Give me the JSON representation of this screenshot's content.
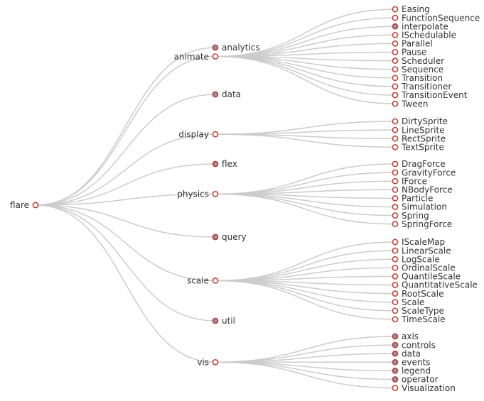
{
  "colors": {
    "link": "#cccccc",
    "node_stroke": "#c0392b",
    "leaf_fill": "#ffffff",
    "collapsed_fill": "#9a8fa6",
    "text": "#333333"
  },
  "tree": {
    "name": "flare",
    "children": [
      {
        "name": "analytics",
        "collapsed": true
      },
      {
        "name": "animate",
        "children": [
          {
            "name": "Easing"
          },
          {
            "name": "FunctionSequence"
          },
          {
            "name": "interpolate",
            "collapsed": true
          },
          {
            "name": "ISchedulable"
          },
          {
            "name": "Parallel"
          },
          {
            "name": "Pause"
          },
          {
            "name": "Scheduler"
          },
          {
            "name": "Sequence"
          },
          {
            "name": "Transition"
          },
          {
            "name": "Transitioner"
          },
          {
            "name": "TransitionEvent"
          },
          {
            "name": "Tween"
          }
        ]
      },
      {
        "name": "data",
        "collapsed": true
      },
      {
        "name": "display",
        "children": [
          {
            "name": "DirtySprite"
          },
          {
            "name": "LineSprite"
          },
          {
            "name": "RectSprite"
          },
          {
            "name": "TextSprite"
          }
        ]
      },
      {
        "name": "flex",
        "collapsed": true
      },
      {
        "name": "physics",
        "children": [
          {
            "name": "DragForce"
          },
          {
            "name": "GravityForce"
          },
          {
            "name": "IForce"
          },
          {
            "name": "NBodyForce"
          },
          {
            "name": "Particle"
          },
          {
            "name": "Simulation"
          },
          {
            "name": "Spring"
          },
          {
            "name": "SpringForce"
          }
        ]
      },
      {
        "name": "query",
        "collapsed": true
      },
      {
        "name": "scale",
        "children": [
          {
            "name": "IScaleMap"
          },
          {
            "name": "LinearScale"
          },
          {
            "name": "LogScale"
          },
          {
            "name": "OrdinalScale"
          },
          {
            "name": "QuantileScale"
          },
          {
            "name": "QuantitativeScale"
          },
          {
            "name": "RootScale"
          },
          {
            "name": "Scale"
          },
          {
            "name": "ScaleType"
          },
          {
            "name": "TimeScale"
          }
        ]
      },
      {
        "name": "util",
        "collapsed": true
      },
      {
        "name": "vis",
        "children": [
          {
            "name": "axis",
            "collapsed": true
          },
          {
            "name": "controls",
            "collapsed": true
          },
          {
            "name": "data",
            "collapsed": true
          },
          {
            "name": "events",
            "collapsed": true
          },
          {
            "name": "legend",
            "collapsed": true
          },
          {
            "name": "operator",
            "collapsed": true
          },
          {
            "name": "Visualization"
          }
        ]
      }
    ]
  }
}
